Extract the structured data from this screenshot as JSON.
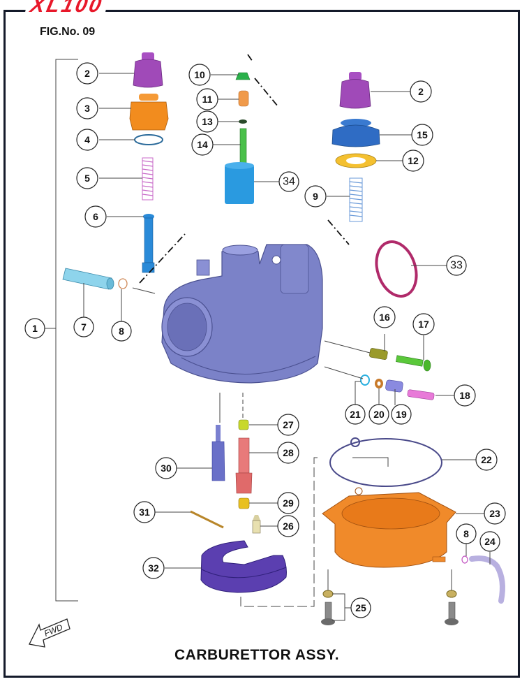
{
  "header": {
    "brand": "XL100",
    "figure_number": "FIG.No. 09"
  },
  "footer": {
    "title": "CARBURETTOR ASSY.",
    "direction_label": "FWD"
  },
  "colors": {
    "brand_red": "#e8182a",
    "frame": "#141a2a",
    "carb_body": "#7b82c8",
    "float_bowl": "#f08a2a",
    "float": "#5b3fb0"
  },
  "parts": [
    {
      "id": "1",
      "part": "carburettor-assembly"
    },
    {
      "id": "2",
      "part": "cap-purple",
      "occurrences": 2
    },
    {
      "id": "3",
      "part": "hex-nut-orange"
    },
    {
      "id": "4",
      "part": "o-ring-blue"
    },
    {
      "id": "5",
      "part": "spring-pink"
    },
    {
      "id": "6",
      "part": "choke-plunger-blue"
    },
    {
      "id": "7",
      "part": "tube-light-blue"
    },
    {
      "id": "8",
      "part": "hose-clip",
      "occurrences": 2
    },
    {
      "id": "9",
      "part": "spring-blue"
    },
    {
      "id": "10",
      "part": "retainer-green"
    },
    {
      "id": "11",
      "part": "spring-orange"
    },
    {
      "id": "12",
      "part": "washer-yellow"
    },
    {
      "id": "13",
      "part": "clip"
    },
    {
      "id": "14",
      "part": "jet-needle-green"
    },
    {
      "id": "15",
      "part": "top-cap-blue"
    },
    {
      "id": "16",
      "part": "screw-olive"
    },
    {
      "id": "17",
      "part": "idle-screw-green"
    },
    {
      "id": "18",
      "part": "mixture-screw-pink"
    },
    {
      "id": "19",
      "part": "spring-lavender"
    },
    {
      "id": "20",
      "part": "washer-bronze"
    },
    {
      "id": "21",
      "part": "o-ring-cyan"
    },
    {
      "id": "22",
      "part": "bowl-gasket"
    },
    {
      "id": "23",
      "part": "float-bowl-orange"
    },
    {
      "id": "24",
      "part": "drain-hose"
    },
    {
      "id": "25",
      "part": "screw-and-washer"
    },
    {
      "id": "26",
      "part": "float-valve"
    },
    {
      "id": "27",
      "part": "main-jet-yellow"
    },
    {
      "id": "28",
      "part": "needle-jet-red"
    },
    {
      "id": "29",
      "part": "slow-jet-yellow"
    },
    {
      "id": "30",
      "part": "pilot-jet-blue"
    },
    {
      "id": "31",
      "part": "float-pin"
    },
    {
      "id": "32",
      "part": "float-purple"
    },
    {
      "id": "33",
      "part": "o-ring-magenta"
    },
    {
      "id": "34",
      "part": "throttle-slide-blue"
    }
  ],
  "labels": {
    "c1": "1",
    "c2a": "2",
    "c2b": "2",
    "c3": "3",
    "c4": "4",
    "c5": "5",
    "c6": "6",
    "c7": "7",
    "c8a": "8",
    "c8b": "8",
    "c9": "9",
    "c10": "10",
    "c11": "11",
    "c12": "12",
    "c13": "13",
    "c14": "14",
    "c15": "15",
    "c16": "16",
    "c17": "17",
    "c18": "18",
    "c19": "19",
    "c20": "20",
    "c21": "21",
    "c22": "22",
    "c23": "23",
    "c24": "24",
    "c25": "25",
    "c26": "26",
    "c27": "27",
    "c28": "28",
    "c29": "29",
    "c30": "30",
    "c31": "31",
    "c32": "32",
    "c33": "33",
    "c34": "34"
  }
}
